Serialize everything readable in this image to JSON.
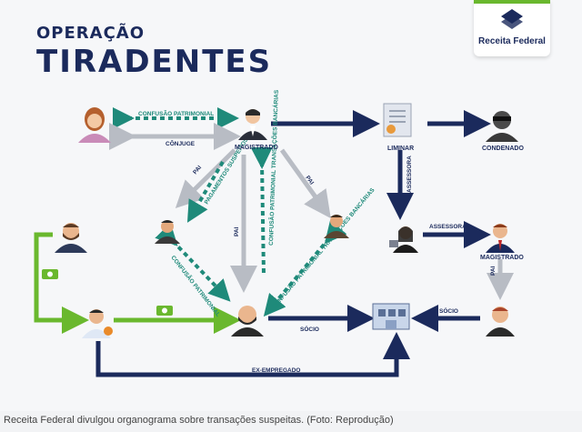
{
  "header": {
    "title_small": "OPERAÇÃO",
    "title_big": "TIRADENTES"
  },
  "logo": {
    "text": "Receita Federal",
    "icon": "receita-federal-logo-icon"
  },
  "nodes": {
    "woman": {
      "icon": "woman-avatar-icon"
    },
    "magistrado_top": {
      "label": "MAGISTRADO",
      "icon": "judge-avatar-icon"
    },
    "liminar": {
      "label": "LIMINAR",
      "icon": "document-icon"
    },
    "condenado": {
      "label": "CONDENADO",
      "icon": "thief-avatar-icon"
    },
    "man_left": {
      "icon": "bearded-man-avatar-icon"
    },
    "man_mid": {
      "icon": "man-avatar-icon"
    },
    "man_right_mid": {
      "icon": "man-suit-avatar-icon"
    },
    "assessora": {
      "icon": "woman-laptop-avatar-icon"
    },
    "magistrado_right": {
      "label": "MAGISTRADO",
      "icon": "man-tie-avatar-icon"
    },
    "ex_empregado": {
      "icon": "doctor-avatar-icon"
    },
    "center_man": {
      "icon": "bald-bearded-man-avatar-icon"
    },
    "company": {
      "icon": "company-building-icon"
    },
    "socio_right": {
      "icon": "man-tie-avatar-icon"
    }
  },
  "edges": {
    "confusao_patrimonial_top": "CONFUSÃO PATRIMONIAL",
    "conjuge": "CÔNJUGE",
    "pai_left": "PAI",
    "pagamentos_suspeitos": "PAGAMENTOS SUSPEITOS",
    "confusao_transacoes": "CONFUSÃO PATRIMONIAL TRANSAÇÕES BANCÁRIAS",
    "pai_center": "PAI",
    "pai_right": "PAI",
    "assessora_vertical": "ASSESSORA",
    "assessora_horizontal": "ASSESSORA",
    "confusao_patrimonial_mid": "CONFUSÃO PATRIMONIAL",
    "confusao_transacoes_bottom": "CONFUSÃO PATRIMONIAL TRANSAÇÕES BANCÁRIAS",
    "pai_far_right": "PAI",
    "socio_center": "SÓCIO",
    "socio_right": "SÓCIO",
    "ex_empregado": "EX-EMPREGADO"
  },
  "colors": {
    "navy": "#1b2a5c",
    "teal": "#1f8a7a",
    "green": "#6ab82e",
    "gray": "#b8bcc4"
  },
  "caption": "Receita Federal divulgou organograma sobre transações suspeitas. (Foto: Reprodução)"
}
